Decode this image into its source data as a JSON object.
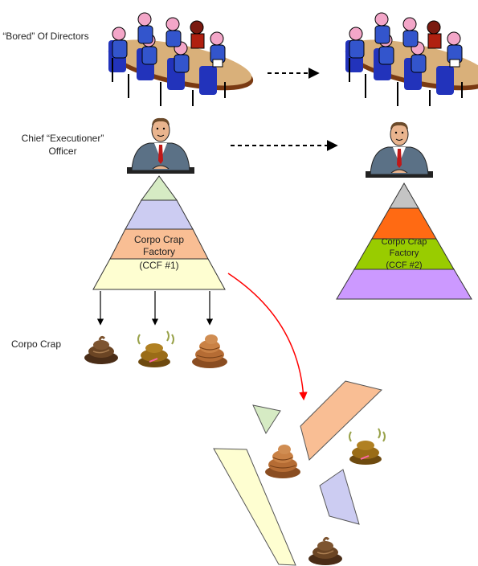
{
  "labels": {
    "board": "“Bored” Of Directors",
    "ceo_line1": "Chief “Executioner”",
    "ceo_line2": "Officer",
    "crap": "Corpo Crap"
  },
  "factory1": {
    "line1": "Corpo Crap",
    "line2": "Factory",
    "line3": "(CCF #1)"
  },
  "factory2": {
    "line1": "Corpo Crap",
    "line2": "Factory",
    "line3": "(CCF #2)"
  },
  "colors": {
    "f1_top": "#d6ebc4",
    "f1_band2": "#ccccf2",
    "f1_band3": "#f9be94",
    "f1_base": "#fefed1",
    "f2_top": "#c4c4c4",
    "f2_band2": "#ff6a13",
    "f2_band3": "#99cc00",
    "f2_base": "#cc99ff",
    "red_arrow": "#ff0000"
  },
  "icons": [
    "boardroom-clipart",
    "executive-clipart",
    "poop-clipart"
  ]
}
